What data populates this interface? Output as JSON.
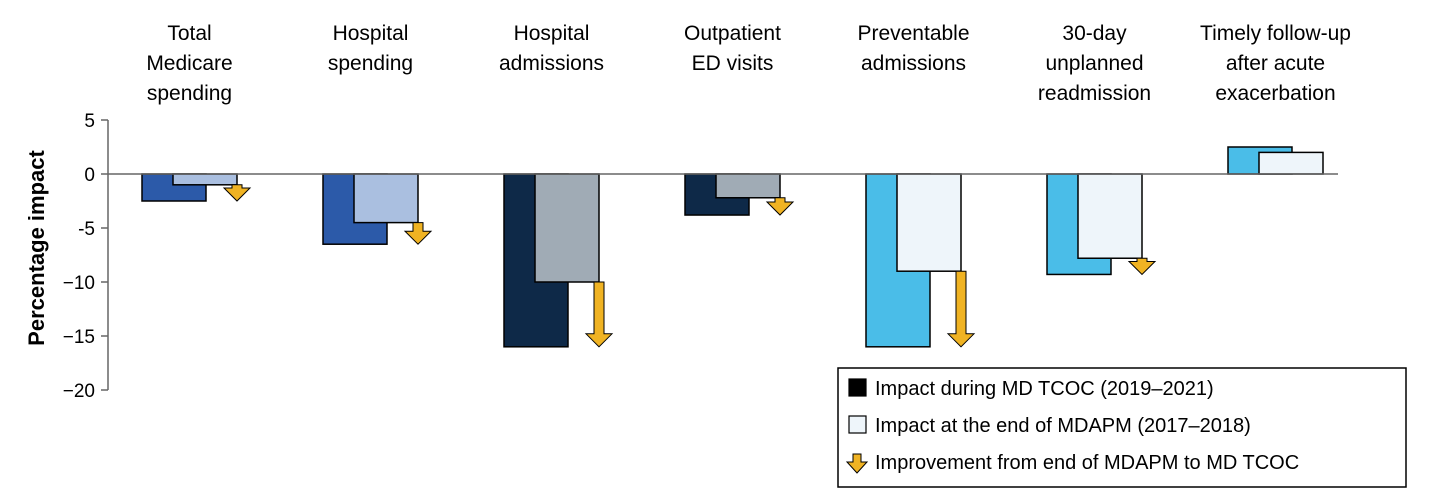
{
  "chart_data": {
    "type": "bar",
    "ylabel": "Percentage impact",
    "ylim": [
      -20,
      5
    ],
    "yticks": [
      5,
      0,
      -5,
      -10,
      -15,
      -20
    ],
    "ytick_labels": [
      "5",
      "0",
      "-5",
      "−10",
      "−15",
      "−20"
    ],
    "categories": [
      {
        "lines": [
          "Total",
          "Medicare",
          "spending"
        ],
        "color_during": "#2c5aa9",
        "color_end": "#aabfe0",
        "during": -2.5,
        "end": -1.0,
        "improvement": true
      },
      {
        "lines": [
          "Hospital",
          "spending"
        ],
        "color_during": "#2c5aa9",
        "color_end": "#aabfe0",
        "during": -6.5,
        "end": -4.5,
        "improvement": true
      },
      {
        "lines": [
          "Hospital",
          "admissions"
        ],
        "color_during": "#0e2948",
        "color_end": "#a0abb5",
        "during": -16.0,
        "end": -10.0,
        "improvement": true
      },
      {
        "lines": [
          "Outpatient",
          "ED visits"
        ],
        "color_during": "#0e2948",
        "color_end": "#a0abb5",
        "during": -3.8,
        "end": -2.2,
        "improvement": true
      },
      {
        "lines": [
          "Preventable",
          "admissions"
        ],
        "color_during": "#4abde8",
        "color_end": "#eef5fa",
        "during": -16.0,
        "end": -9.0,
        "improvement": true
      },
      {
        "lines": [
          "30-day",
          "unplanned",
          "readmission"
        ],
        "color_during": "#4abde8",
        "color_end": "#eef5fa",
        "during": -9.3,
        "end": -7.8,
        "improvement": true
      },
      {
        "lines": [
          "Timely follow-up",
          "after acute",
          "exacerbation"
        ],
        "color_during": "#4abde8",
        "color_end": "#eef5fa",
        "during": 2.5,
        "end": 2.0,
        "improvement": false
      }
    ],
    "legend": [
      {
        "label": "Impact during MD TCOC (2019–2021)",
        "swatch": "#000000"
      },
      {
        "label": "Impact at the end of MDAPM (2017–2018)",
        "swatch": "#eef5fa"
      },
      {
        "label": "Improvement from end of MDAPM to MD TCOC",
        "swatch": "#f0b323"
      }
    ],
    "colors": {
      "arrow": "#f0b323",
      "axis": "#666666",
      "outline": "#000000"
    }
  }
}
